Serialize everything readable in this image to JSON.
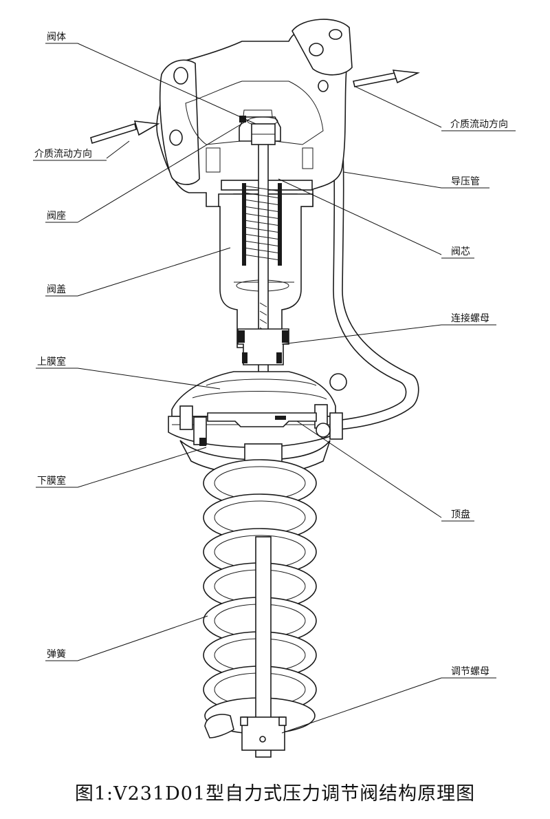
{
  "figure": {
    "caption": "图1:V231D01型自力式压力调节阀结构原理图"
  },
  "labels": {
    "valve_body": "阀体",
    "flow_direction_left": "介质流动方向",
    "flow_direction_right": "介质流动方向",
    "valve_seat": "阀座",
    "bonnet": "阀盖",
    "pressure_tube": "导压管",
    "valve_core": "阀芯",
    "connecting_nut": "连接螺母",
    "upper_diaphragm_chamber": "上膜室",
    "lower_diaphragm_chamber": "下膜室",
    "top_plate": "顶盘",
    "spring": "弹簧",
    "adjusting_nut": "调节螺母"
  }
}
